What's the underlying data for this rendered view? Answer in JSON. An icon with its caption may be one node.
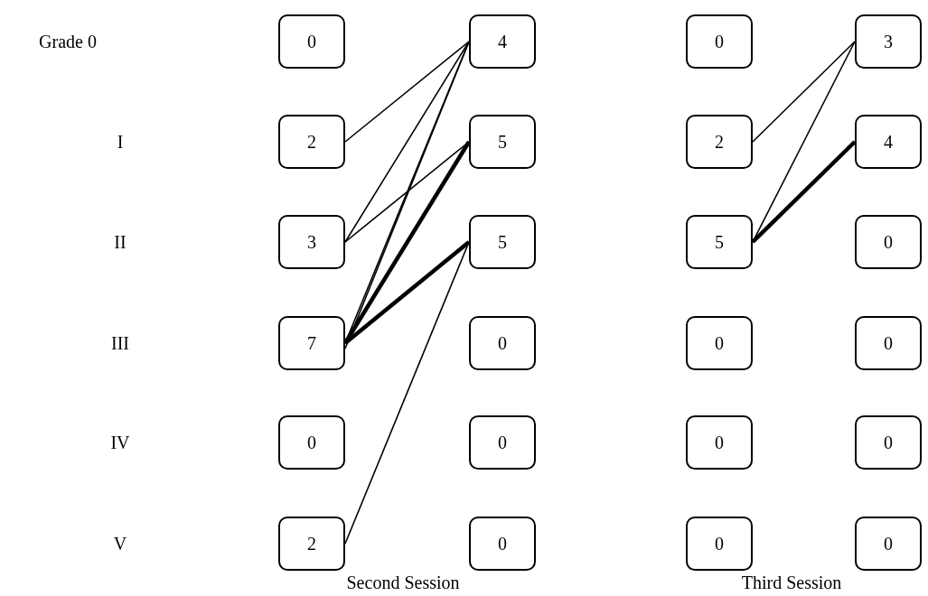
{
  "diagram": {
    "nodes": [
      {
        "text": [
          "0"
        ]
      },
      {
        "text": [
          "2"
        ]
      },
      {
        "text": [
          "3"
        ]
      },
      {
        "text": [
          "7"
        ]
      },
      {
        "text": [
          "0"
        ]
      },
      {
        "text": [
          "2"
        ]
      },
      {
        "text": [
          "4"
        ]
      },
      {
        "text": [
          "5"
        ]
      },
      {
        "text": [
          "5"
        ]
      },
      {
        "text": [
          "0"
        ]
      },
      {
        "text": [
          "0"
        ]
      },
      {
        "text": [
          "0"
        ]
      },
      {
        "text": [
          "0"
        ]
      },
      {
        "text": [
          "2"
        ]
      },
      {
        "text": [
          "5"
        ]
      },
      {
        "text": [
          "0"
        ]
      },
      {
        "text": [
          "0"
        ]
      },
      {
        "text": [
          "0"
        ]
      },
      {
        "text": [
          "3"
        ]
      },
      {
        "text": [
          "4"
        ]
      },
      {
        "text": [
          "0"
        ]
      },
      {
        "text": [
          "0"
        ]
      },
      {
        "text": [
          "0"
        ]
      },
      {
        "text": [
          "0"
        ]
      }
    ],
    "edges": [
      {
        "from": 1,
        "to": 6,
        "arrow": "none"
      },
      {
        "from": 2,
        "to": 6,
        "arrow": "none"
      },
      {
        "from": 2,
        "to": 7,
        "arrow": "none"
      },
      {
        "from": 3,
        "to": 6,
        "arrow": "none"
      },
      {
        "from": 3,
        "to": 6,
        "arrow": "none"
      },
      {
        "from": 3,
        "to": 7,
        "arrow": "none",
        "style": "thick"
      },
      {
        "from": 3,
        "to": 8,
        "arrow": "none",
        "style": "thick"
      },
      {
        "from": 5,
        "to": 8,
        "arrow": "none"
      },
      {
        "from": 13,
        "to": 18,
        "arrow": "none"
      },
      {
        "from": 14,
        "to": 18,
        "arrow": "none"
      },
      {
        "from": 14,
        "to": 19,
        "arrow": "none",
        "style": "thick"
      }
    ],
    "labels": [
      "Grade 0",
      "I",
      "II",
      "III",
      "IV",
      "V",
      "Second Session",
      "Third Session"
    ]
  }
}
